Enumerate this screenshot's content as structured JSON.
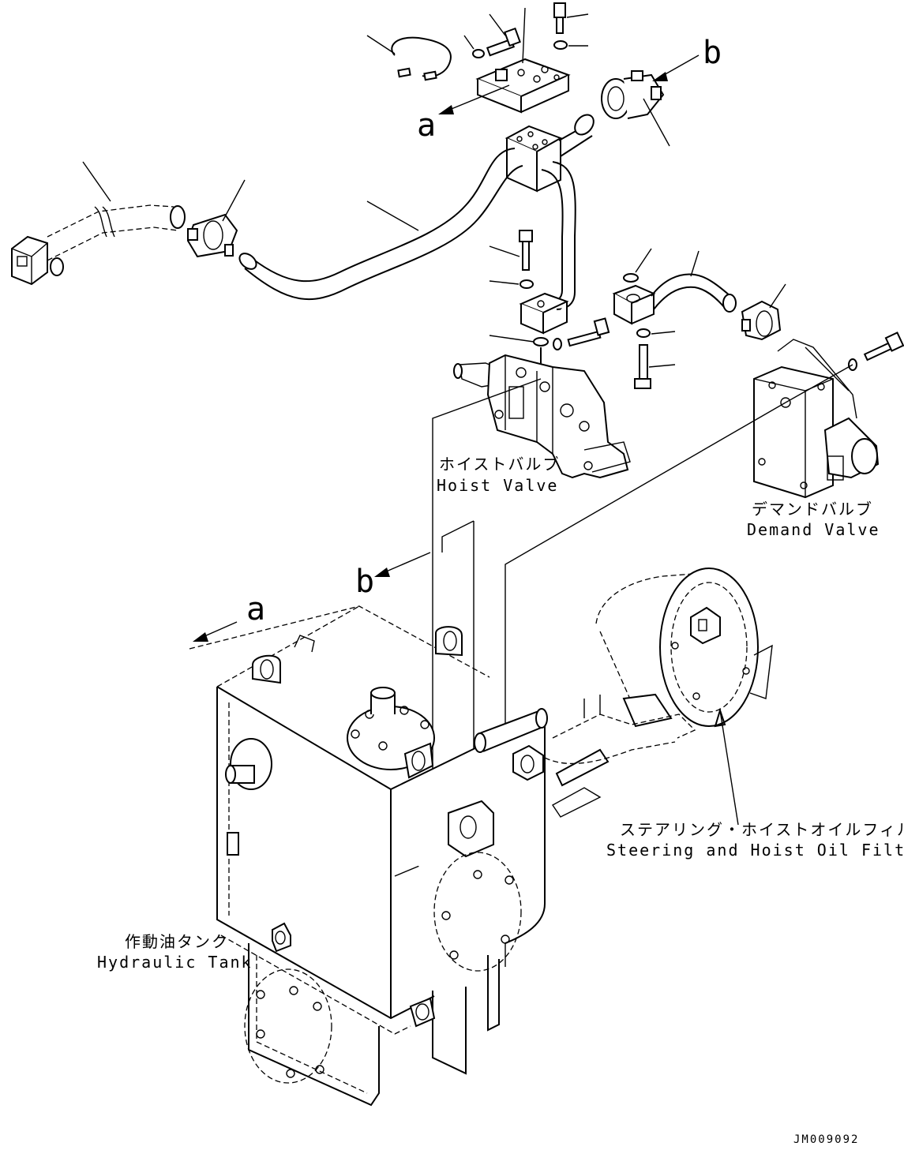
{
  "figure_code": "JM009092",
  "view_letters": {
    "a": "a",
    "b": "b"
  },
  "labels": {
    "hoist_valve": {
      "jp": "ホイストバルブ",
      "en": "Hoist Valve"
    },
    "demand_valve": {
      "jp": "デマンドバルブ",
      "en": "Demand Valve"
    },
    "oil_filter": {
      "jp": "ステアリング・ホイストオイルフィルタ",
      "en": "Steering and Hoist Oil Filter"
    },
    "hydraulic_tank": {
      "jp": "作動油タンク",
      "en": "Hydraulic Tank"
    }
  }
}
